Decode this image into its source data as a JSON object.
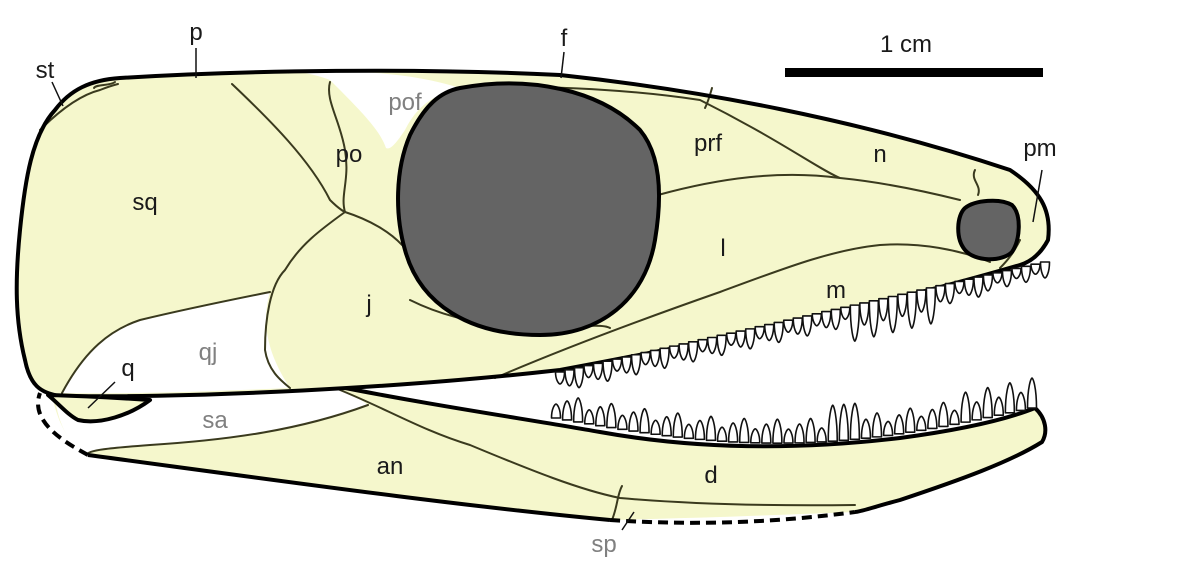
{
  "scale_bar": {
    "label": "1 cm"
  },
  "colors": {
    "bone": "#f5f7cc",
    "opening": "#646464",
    "outline": "#000000",
    "suture": "#3a3a1e",
    "label_dark": "#1a1a1a",
    "label_gray": "#808080"
  },
  "labels": {
    "st": "st",
    "p": "p",
    "f": "f",
    "pof": "pof",
    "po": "po",
    "prf": "prf",
    "n": "n",
    "pm": "pm",
    "sq": "sq",
    "l": "l",
    "j": "j",
    "m": "m",
    "qj": "qj",
    "q": "q",
    "sa": "sa",
    "an": "an",
    "d": "d",
    "sp": "sp"
  }
}
